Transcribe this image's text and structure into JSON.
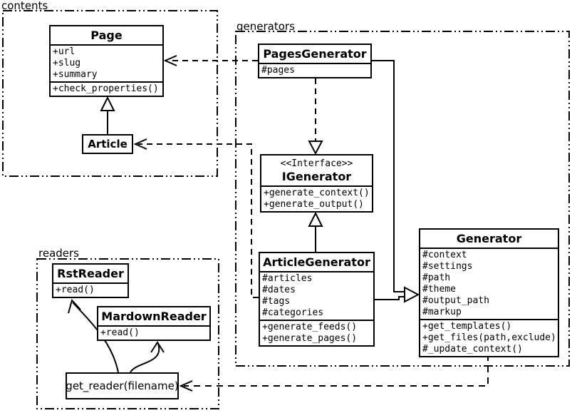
{
  "diagram": {
    "background": "#ffffff",
    "line_color": "#000000"
  },
  "packages": {
    "contents": {
      "label": "contents"
    },
    "generators": {
      "label": "generators"
    },
    "readers": {
      "label": "readers"
    }
  },
  "classes": {
    "page": {
      "name": "Page",
      "attributes": [
        "+url",
        "+slug",
        "+summary"
      ],
      "methods": [
        "+check_properties()"
      ]
    },
    "article": {
      "name": "Article"
    },
    "pages_generator": {
      "name": "PagesGenerator",
      "attributes": [
        "#pages"
      ]
    },
    "igenerator": {
      "stereotype": "<<Interface>>",
      "name": "IGenerator",
      "methods": [
        "+generate_context()",
        "+generate_output()"
      ]
    },
    "article_generator": {
      "name": "ArticleGenerator",
      "attributes": [
        "#articles",
        "#dates",
        "#tags",
        "#categories"
      ],
      "methods": [
        "+generate_feeds()",
        "+generate_pages()"
      ]
    },
    "generator": {
      "name": "Generator",
      "attributes": [
        "#context",
        "#settings",
        "#path",
        "#theme",
        "#output_path",
        "#markup"
      ],
      "methods": [
        "+get_templates()",
        "+get_files(path,exclude)",
        "#_update_context()"
      ]
    },
    "rst_reader": {
      "name": "RstReader",
      "methods": [
        "+read()"
      ]
    },
    "mardown_reader": {
      "name": "MardownReader",
      "methods": [
        "+read()"
      ]
    },
    "get_reader": {
      "name": "get_reader(filename)"
    }
  },
  "relationships": [
    {
      "from": "Article",
      "to": "Page",
      "type": "generalization"
    },
    {
      "from": "PagesGenerator",
      "to": "Page",
      "type": "dependency"
    },
    {
      "from": "ArticleGenerator",
      "to": "Article",
      "type": "dependency"
    },
    {
      "from": "PagesGenerator",
      "to": "IGenerator",
      "type": "realization"
    },
    {
      "from": "ArticleGenerator",
      "to": "IGenerator",
      "type": "generalization"
    },
    {
      "from": "PagesGenerator",
      "to": "Generator",
      "type": "generalization"
    },
    {
      "from": "ArticleGenerator",
      "to": "Generator",
      "type": "generalization"
    },
    {
      "from": "Generator",
      "to": "get_reader(filename)",
      "type": "dependency"
    },
    {
      "from": "get_reader(filename)",
      "to": "RstReader",
      "type": "arrow"
    },
    {
      "from": "get_reader(filename)",
      "to": "MardownReader",
      "type": "arrow"
    }
  ]
}
